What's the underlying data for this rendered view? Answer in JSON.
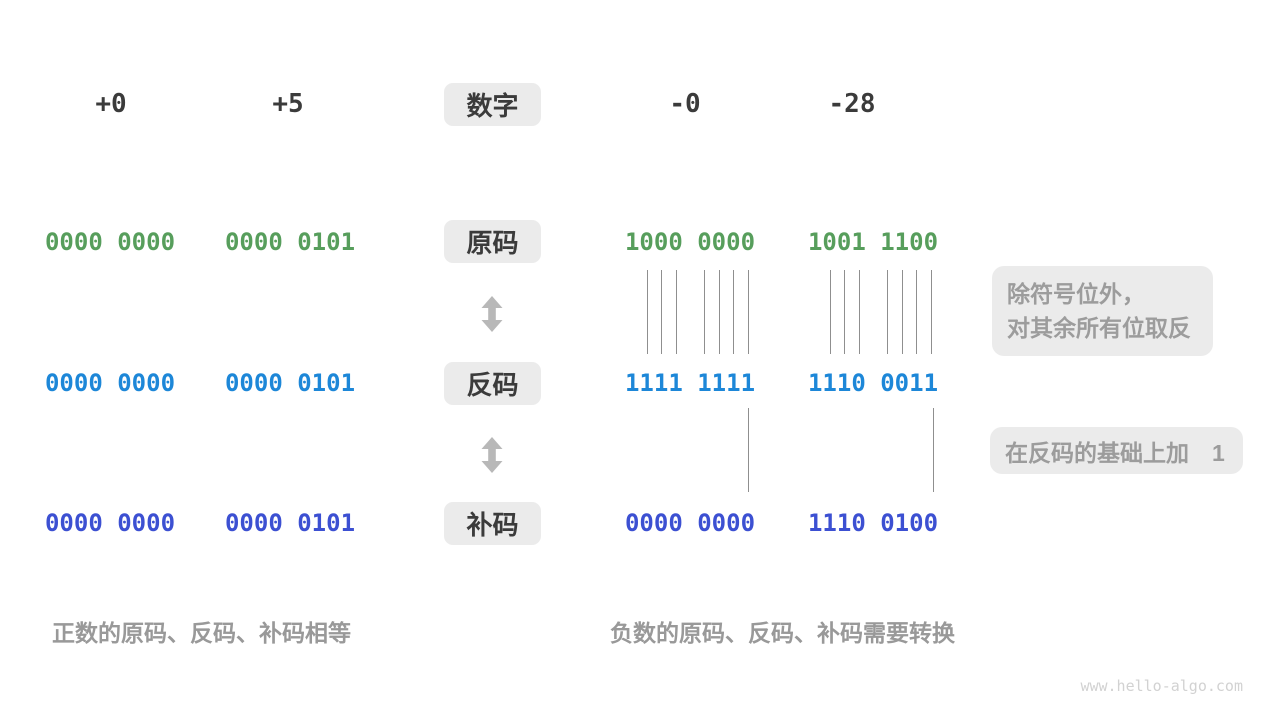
{
  "header": {
    "labels": [
      "+0",
      "+5",
      "-0",
      "-28"
    ],
    "center_label": "数字"
  },
  "rows": [
    {
      "label": "原码",
      "color": "#579e5c",
      "values": [
        "0000 0000",
        "0000 0101",
        "1000 0000",
        "1001 1100"
      ]
    },
    {
      "label": "反码",
      "color": "#1d87d8",
      "values": [
        "0000 0000",
        "0000 0101",
        "1111 1111",
        "1110 0011"
      ]
    },
    {
      "label": "补码",
      "color": "#3c50d2",
      "values": [
        "0000 0000",
        "0000 0101",
        "0000 0000",
        "1110 0100"
      ]
    }
  ],
  "annotations": {
    "invert": {
      "line1": "除符号位外，",
      "line2": "对其余所有位取反"
    },
    "add_one": {
      "text": "在反码的基础上加　1"
    }
  },
  "captions": {
    "positive": "正数的原码、反码、补码相等",
    "negative": "负数的原码、反码、补码需要转换"
  },
  "watermark": {
    "text": "www.hello-algo.com"
  },
  "colors": {
    "sign_magnitude_green": "#579e5c",
    "ones_complement_blue": "#1d87d8",
    "twos_complement_indigo": "#3c50d2",
    "chip_background": "#ebebeb",
    "note_text_gray": "#9c9c9c",
    "header_dark": "#3b3b3b",
    "arrow_gray": "#b8b8b8"
  }
}
